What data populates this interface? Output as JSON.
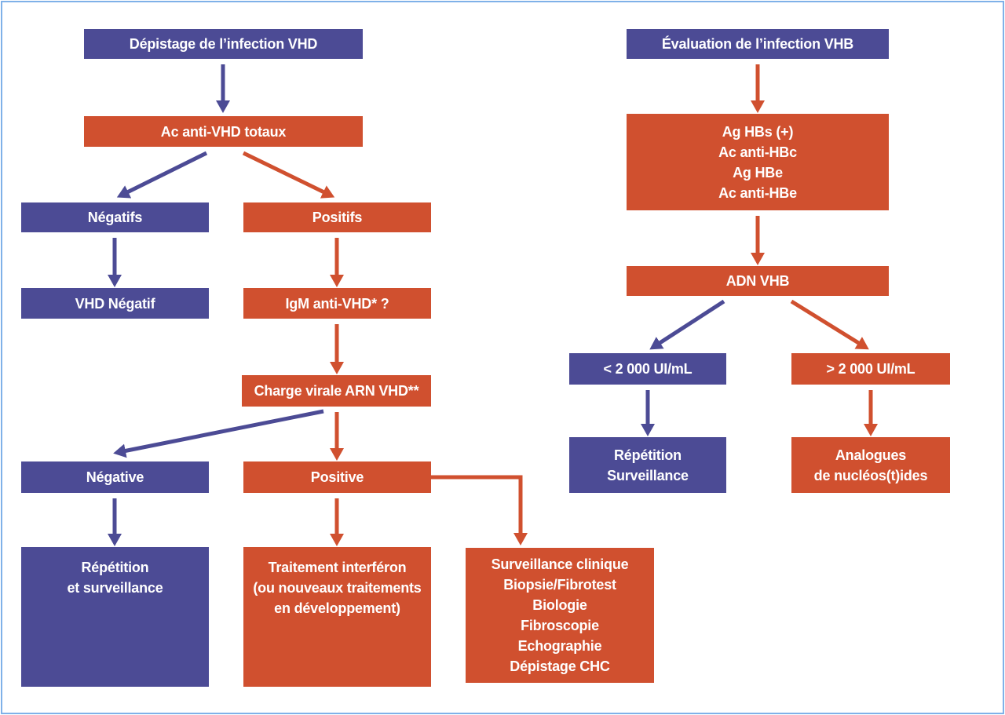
{
  "colors": {
    "purple": "#4c4b95",
    "red": "#d0502f",
    "frame_border": "#7fb1e8",
    "background": "#ffffff",
    "text": "#ffffff"
  },
  "vhd": {
    "depistage": "Dépistage de l’infection VHD",
    "ac_anti_vhd_totaux": "Ac anti-VHD totaux",
    "negatifs": "Négatifs",
    "positifs": "Positifs",
    "vhd_negatif": "VHD Négatif",
    "igm_anti_vhd": "IgM anti-VHD* ?",
    "charge_virale": "Charge virale ARN VHD**",
    "negative": "Négative",
    "positive": "Positive",
    "repetition_et_surveillance": "Répétition\net surveillance",
    "traitement_interferon": "Traitement interféron\n(ou nouveaux traitements\nen développement)",
    "surveillance_clinique": "Surveillance clinique\nBiopsie/Fibrotest\nBiologie\nFibroscopie\nEchographie\nDépistage CHC"
  },
  "vhb": {
    "evaluation": "Évaluation de l’infection VHB",
    "serologie": "Ag HBs (+)\nAc anti-HBc\nAg HBe\nAc anti-HBe",
    "adn_vhb": "ADN VHB",
    "inf_2000": "< 2 000 UI/mL",
    "sup_2000": "> 2 000 UI/mL",
    "repetition_surveillance": "Répétition\nSurveillance",
    "analogues": "Analogues\nde nucléos(t)ides"
  }
}
